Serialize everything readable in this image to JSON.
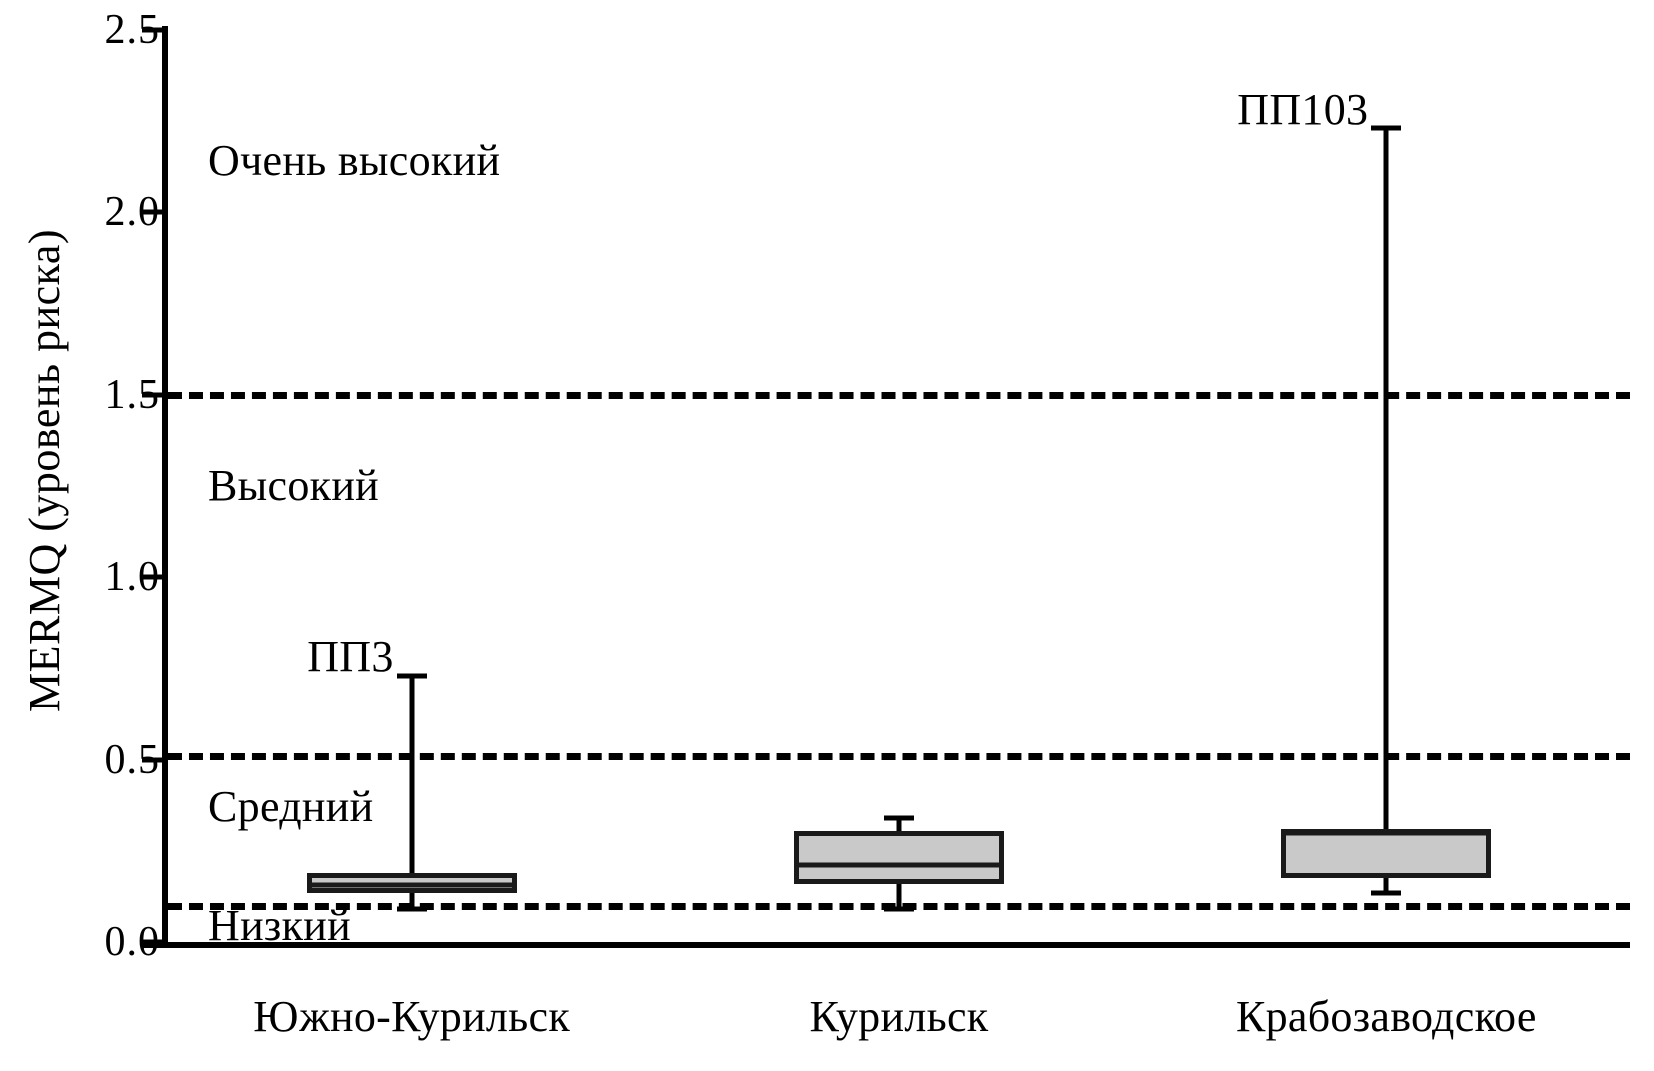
{
  "chart_data": {
    "type": "box",
    "title": "",
    "xlabel": "",
    "ylabel": "MERMQ (уровень риска)",
    "ylim": [
      0.0,
      2.5
    ],
    "yticks": [
      "0.0",
      "0.5",
      "1.0",
      "1.5",
      "2.0",
      "2.5"
    ],
    "ytick_values": [
      0.0,
      0.5,
      1.0,
      1.5,
      2.0,
      2.5
    ],
    "grid": false,
    "legend": "none",
    "categories": [
      "Южно-Курильск",
      "Курильск",
      "Крабозаводское"
    ],
    "boxes": [
      {
        "category": "Южно-Курильск",
        "whisker_low": 0.09,
        "q1": 0.135,
        "median": 0.155,
        "q3": 0.19,
        "whisker_high": 0.73,
        "annotation": "ПП3"
      },
      {
        "category": "Курильск",
        "whisker_low": 0.09,
        "q1": 0.16,
        "median": 0.21,
        "q3": 0.305,
        "whisker_high": 0.34,
        "annotation": ""
      },
      {
        "category": "Крабозаводское",
        "whisker_low": 0.135,
        "q1": 0.175,
        "median": 0.3,
        "q3": 0.31,
        "whisker_high": 2.23,
        "annotation": "ПП103"
      }
    ],
    "threshold_lines": [
      {
        "value": 1.5,
        "style": "dashed"
      },
      {
        "value": 0.51,
        "style": "dashed"
      },
      {
        "value": 0.1,
        "style": "dashed"
      }
    ],
    "zone_labels": [
      {
        "text": "Очень высокий",
        "at_value": 2.14
      },
      {
        "text": "Высокий",
        "at_value": 1.25
      },
      {
        "text": "Средний",
        "at_value": 0.37
      },
      {
        "text": "Низкий",
        "at_value": 0.045
      }
    ],
    "annotations": [
      {
        "text": "ПП3",
        "series": "Южно-Курильск",
        "at_value": 0.78
      },
      {
        "text": "ПП103",
        "series": "Крабозаводское",
        "at_value": 2.28
      }
    ],
    "colors": {
      "box_fill": "#c9c9c9",
      "box_stroke": "#1a1a1a",
      "axis": "#000000",
      "background": "#ffffff"
    }
  }
}
